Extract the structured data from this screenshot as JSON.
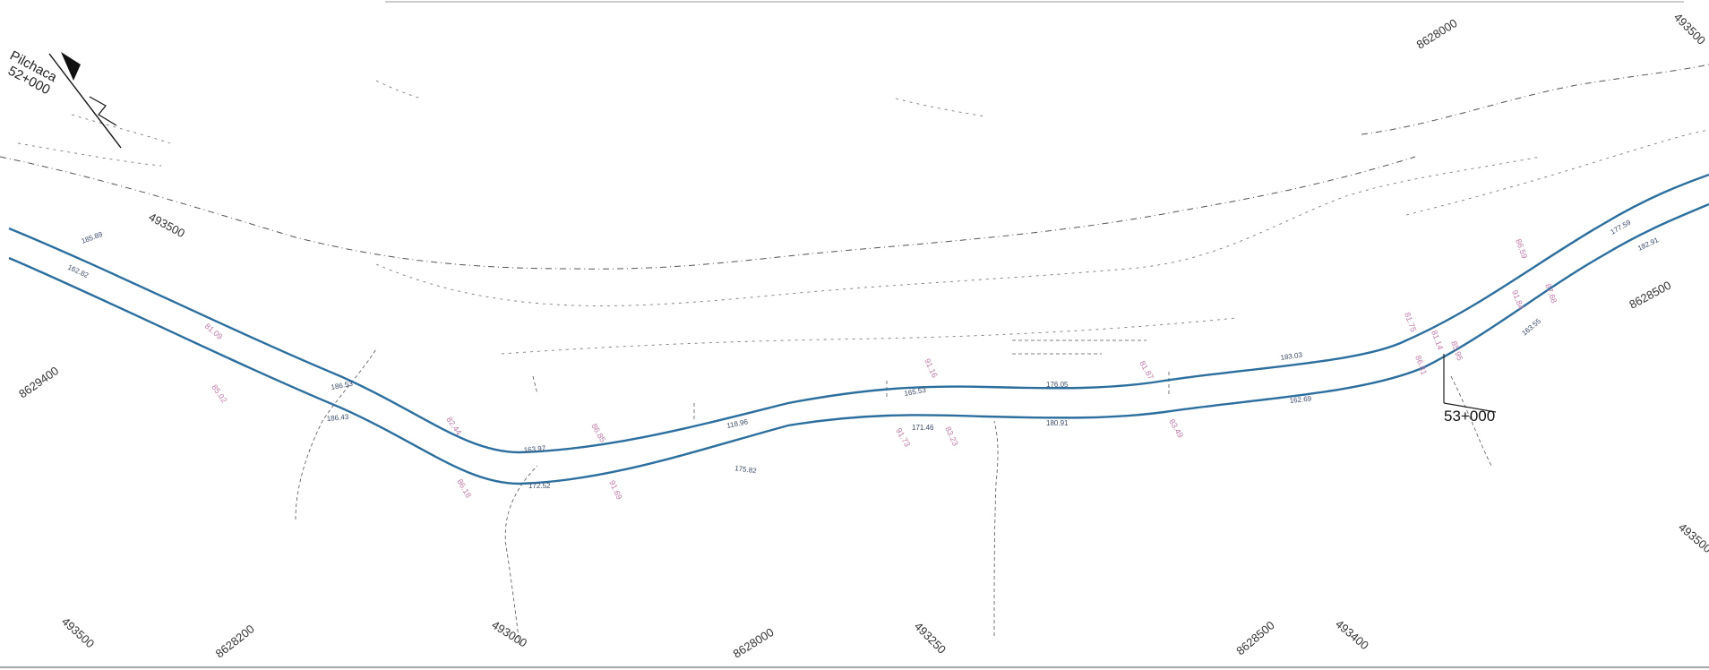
{
  "map": {
    "north_arrow": {
      "label_line1": "Pilchaca",
      "label_line2": "52+000"
    },
    "station_end": "53+000",
    "coordinates": {
      "left_edge": "8629400",
      "top_left": "493500",
      "right_mid": "8628500",
      "top_right": "493500",
      "right_top": "8628000",
      "right_lower": "493500",
      "bottom_1": "493500",
      "bottom_2": "8628200",
      "bottom_3": "493000",
      "bottom_4": "8628000",
      "bottom_5": "493250",
      "bottom_6": "8628500",
      "bottom_7": "493400"
    },
    "road_elevations": {
      "blue": [
        "185.89",
        "162.82",
        "186.53",
        "186.43",
        "163.97",
        "172.52",
        "118.96",
        "175.82",
        "165.53",
        "171.46",
        "176.05",
        "180.91",
        "183.03",
        "162.69",
        "163.55",
        "177.59",
        "182.91"
      ],
      "pink": [
        "81.09",
        "85.02",
        "82.44",
        "86.18",
        "86.85",
        "91.69",
        "91.16",
        "91.73",
        "83.23",
        "81.87",
        "83.49",
        "81.75",
        "81.14",
        "85.95",
        "86.59",
        "87.68",
        "91.84",
        "86.81"
      ]
    },
    "colors": {
      "road": "#2c6e9e",
      "contour": "#2a2a2a",
      "pink_labels": "#c07aa8",
      "blue_labels": "#3a4a66"
    }
  }
}
